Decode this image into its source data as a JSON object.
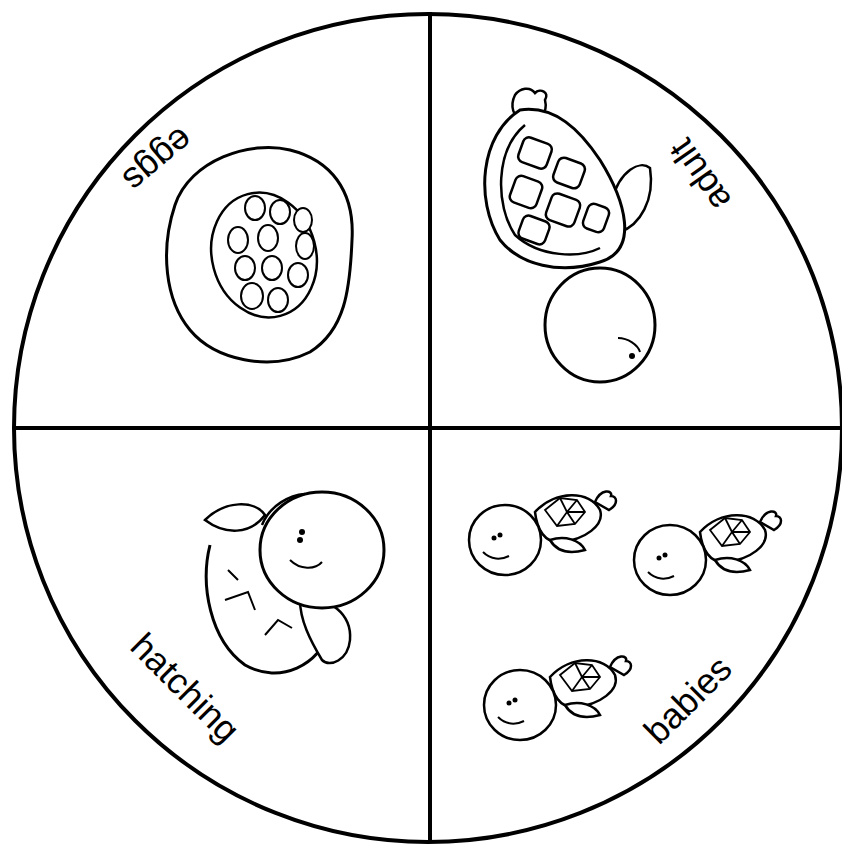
{
  "diagram": {
    "labels": [
      "eggs",
      "adult",
      "hatching",
      "babies"
    ]
  }
}
